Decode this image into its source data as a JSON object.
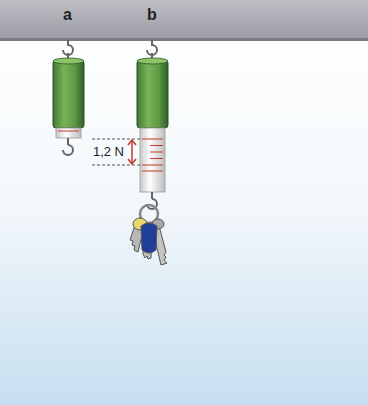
{
  "diagram": {
    "labels": [
      "a",
      "b",
      "1,2 N"
    ]
  }
}
